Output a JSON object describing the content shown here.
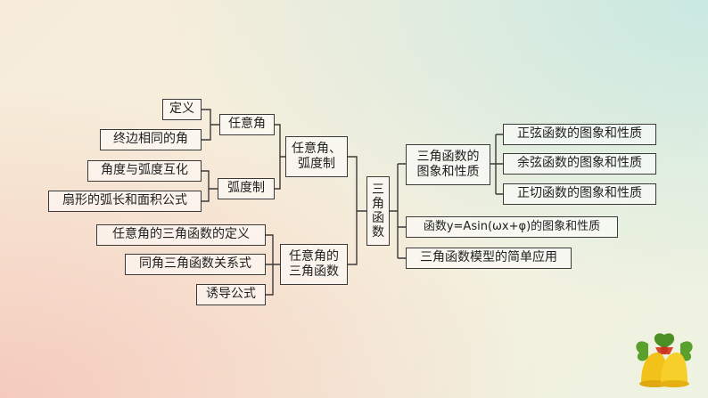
{
  "diagram": {
    "root": "三\n角\n函\n数",
    "left": {
      "renyijiao_hudu": "任意角、\n弧度制",
      "renyijiao": "任意角",
      "dingyi": "定义",
      "zhongbian": "终边相同的角",
      "hududzhi": "弧度制",
      "jiaodu_huxu": "角度与弧度互化",
      "shanxing": "扇形的弧长和面积公式",
      "renyijiao_sanjiao": "任意角的\n三角函数",
      "sanjiao_dingyi": "任意角的三角函数的定义",
      "tongjiao": "同角三角函数关系式",
      "youdao": "诱导公式"
    },
    "right": {
      "tuxiang_xingzhi": "三角函数的\n图象和性质",
      "zhengxian": "正弦函数的图象和性质",
      "yuxian": "余弦函数的图象和性质",
      "zhengqie": "正切函数的图象和性质",
      "asin": "函数y=Asin(ωx+φ)的图象和性质",
      "moxing": "三角函数模型的简单应用"
    }
  }
}
